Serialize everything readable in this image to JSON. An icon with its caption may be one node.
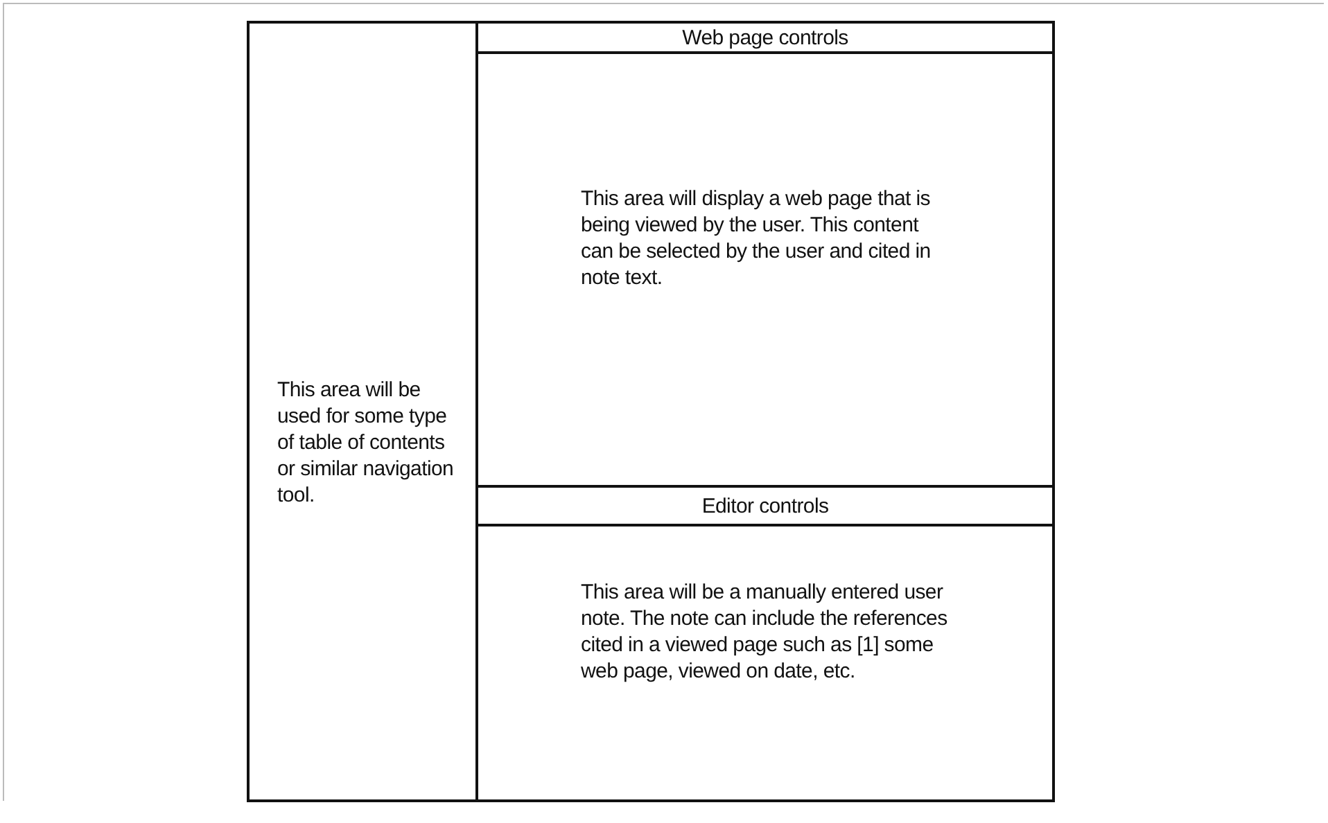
{
  "diagram": {
    "nodes": [
      {
        "text": [
          "This area will be used for some type of table of contents or similar navigation tool."
        ]
      },
      {
        "text": [
          "Web page controls"
        ]
      },
      {
        "text": [
          "This area will display a web page that is being viewed by the user. This content can be selected by the user and cited in note text."
        ]
      },
      {
        "text": [
          "Editor controls"
        ]
      },
      {
        "text": [
          "This area will be a manually entered user note. The note can include the references cited in a viewed page such as [1] some web page, viewed on date, etc."
        ]
      }
    ],
    "edges": []
  }
}
